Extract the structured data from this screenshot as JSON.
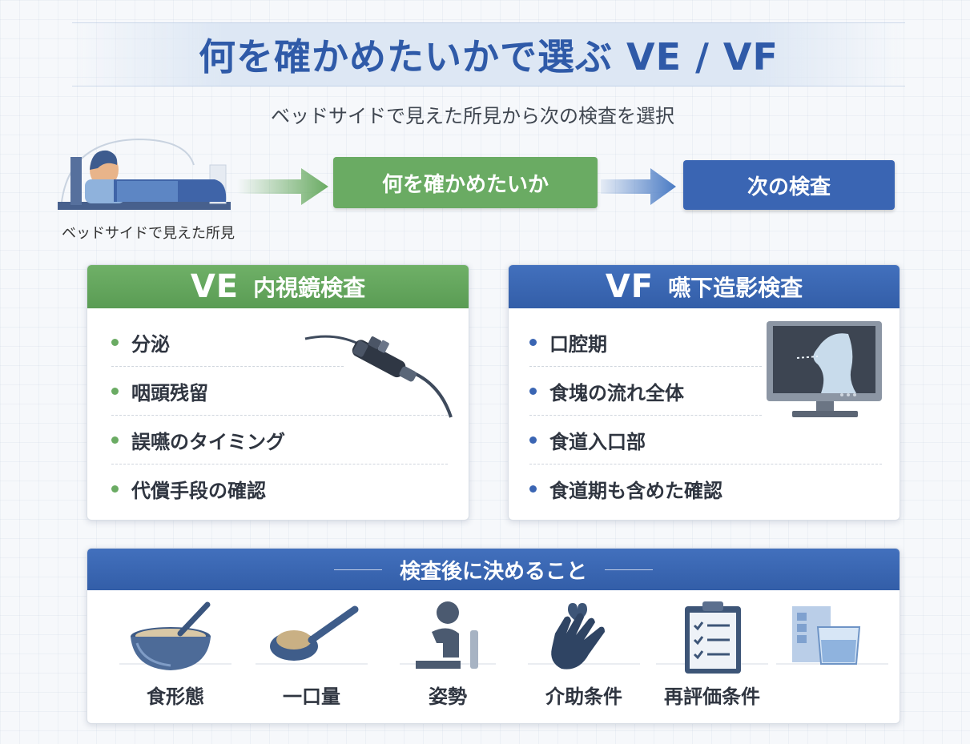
{
  "title": "何を確かめたいかで選ぶ VE / VF",
  "subtitle": "ベッドサイドで見えた所見から次の検査を選択",
  "flow": {
    "patient_label": "ベッドサイドで見えた所見",
    "middle": "何を確かめたいか",
    "end": "次の検査"
  },
  "ve": {
    "abbr": "VE",
    "name": "内視鏡検査",
    "items": [
      "分泌",
      "咽頭残留",
      "誤嚥のタイミング",
      "代償手段の確認"
    ]
  },
  "vf": {
    "abbr": "VF",
    "name": "嚥下造影検査",
    "items": [
      "口腔期",
      "食塊の流れ全体",
      "食道入口部",
      "食道期も含めた確認"
    ]
  },
  "decide": {
    "heading": "検査後に決めること",
    "items": [
      {
        "label": "食形態",
        "icon": "bowl-icon"
      },
      {
        "label": "一口量",
        "icon": "spoon-icon"
      },
      {
        "label": "姿勢",
        "icon": "seated-person-icon"
      },
      {
        "label": "介助条件",
        "icon": "hand-icon"
      },
      {
        "label": "再評価条件",
        "icon": "clipboard-icon"
      },
      {
        "label": "",
        "icon": "cup-icon"
      }
    ]
  },
  "colors": {
    "title_blue": "#2f5aa8",
    "green": "#6aab63",
    "blue": "#3a65b3"
  }
}
